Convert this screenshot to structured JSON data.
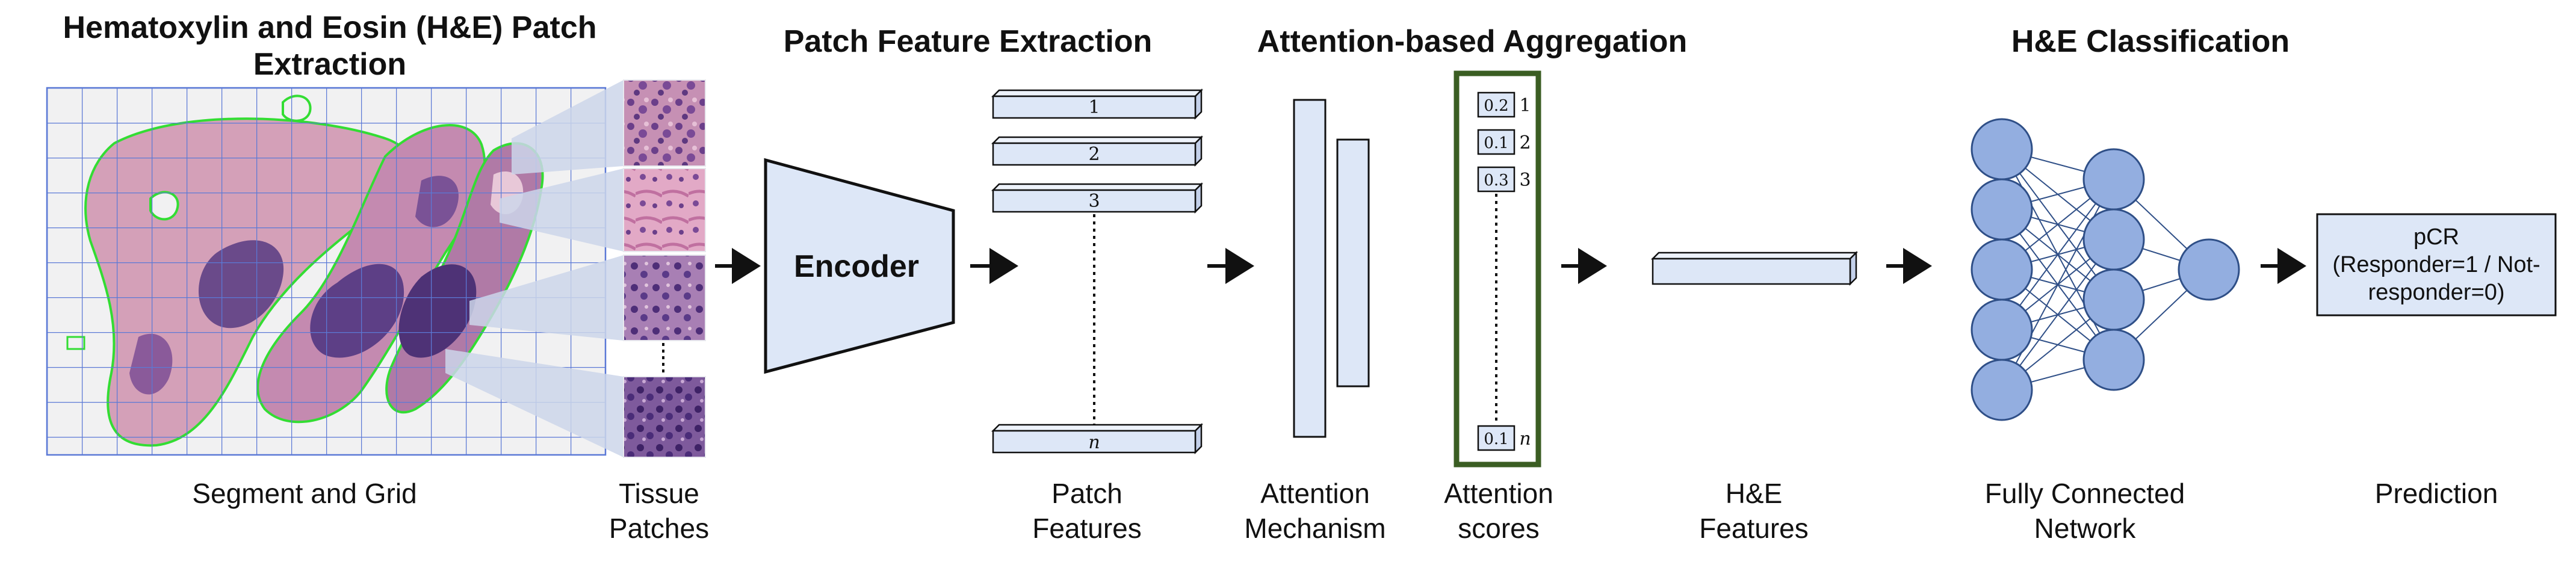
{
  "titles": {
    "extraction_line1": "Hematoxylin and Eosin (H&E) Patch",
    "extraction_line2": "Extraction",
    "feature_extraction": "Patch Feature Extraction",
    "aggregation": "Attention-based Aggregation",
    "classification": "H&E Classification"
  },
  "captions": {
    "segment_grid": "Segment and Grid",
    "tissue_patches_1": "Tissue",
    "tissue_patches_2": "Patches",
    "patch_features_1": "Patch",
    "patch_features_2": "Features",
    "attention_mechanism_1": "Attention",
    "attention_mechanism_2": "Mechanism",
    "attention_scores_1": "Attention",
    "attention_scores_2": "scores",
    "he_features_1": "H&E",
    "he_features_2": "Features",
    "fcn_1": "Fully Connected",
    "fcn_2": "Network",
    "prediction": "Prediction"
  },
  "encoder": {
    "label": "Encoder"
  },
  "patch_features": {
    "labels": [
      "1",
      "2",
      "3",
      "n"
    ]
  },
  "attention_scores": {
    "items": [
      {
        "score": "0.2",
        "index": "1"
      },
      {
        "score": "0.1",
        "index": "2"
      },
      {
        "score": "0.3",
        "index": "3"
      },
      {
        "score": "0.1",
        "index": "n"
      }
    ]
  },
  "prediction_box": {
    "line1": "pCR",
    "line2": "(Responder=1 / Not-",
    "line3": "responder=0)"
  },
  "network": {
    "layers": [
      5,
      4,
      1
    ]
  },
  "colors": {
    "light_blue": "#dde7f7",
    "node_fill": "#93aee0",
    "node_stroke": "#2f4f87",
    "grid_line": "#5b79d6",
    "tissue_outline": "#33dd33",
    "attention_frame": "#3b5e23",
    "tissue_pink": "#d4a0b8",
    "tissue_purple": "#6a4a8a"
  }
}
